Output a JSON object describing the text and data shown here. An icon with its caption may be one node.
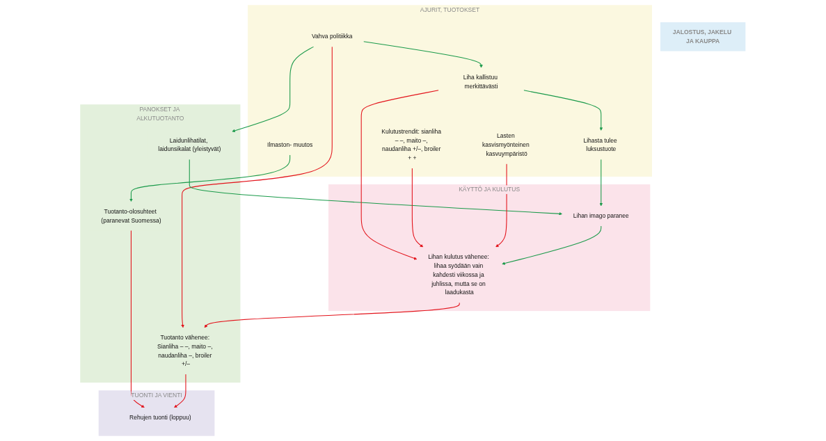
{
  "diagram": {
    "nodes": [
      {
        "text": [
          "AJURIT, TUOTOKSET"
        ]
      },
      {
        "text": [
          "Vahva politiikka"
        ],
        "in": 0
      },
      {
        "text": [
          "Ilmaston- muutos"
        ],
        "in": 0
      },
      {
        "text": [
          "Lihasta tulee luksustuote"
        ],
        "in": 0
      },
      {
        "text": [
          "Liha kallistuu merkittävästi"
        ],
        "in": 0
      },
      {
        "text": [
          "Kulutustrendit: sianliha – –, maito –, naudanliha +/–, broiler + +"
        ],
        "in": 0
      },
      {
        "text": [
          "Lasten kasvismyönteinen kasvuympäristö"
        ],
        "in": 0
      },
      {
        "text": [
          "PANOKSET JA ALKUTUOTANTO"
        ]
      },
      {
        "text": [
          "Tuotanto-olosuhteet (paranevat Suomessa)"
        ],
        "in": 7
      },
      {
        "text": [
          "Laidunlihatilat, laidunsikalat (yleistyvät)"
        ],
        "in": 7
      },
      {
        "text": [
          "Tuotanto vähenee: Sianliha – –, maito –, naudanliha –, broiler +/–"
        ],
        "in": 7
      },
      {
        "text": [
          "JALOSTUS, JAKELU JA KAUPPA"
        ]
      },
      {
        "text": [
          "KÄYTTÖ JA KULUTUS"
        ]
      },
      {
        "text": [
          "Lihan imago paranee"
        ],
        "in": 12
      },
      {
        "text": [
          "Lihan kulutus vähenee: lihaa syödään vain kahdesti viikossa ja juhlissa, mutta se on laadukasta"
        ],
        "in": 12
      },
      {
        "text": [
          "TUONTI JA VIENTI"
        ]
      },
      {
        "text": [
          "Rehujen tuonti (loppuu)"
        ],
        "in": 15
      }
    ],
    "edges": [
      {
        "from": 1,
        "to": 4,
        "arrow": "to",
        "color": "#1a9a4a"
      },
      {
        "from": 4,
        "to": 3,
        "arrow": "to",
        "color": "#1a9a4a"
      },
      {
        "from": 1,
        "to": 9,
        "arrow": "to",
        "color": "#1a9a4a"
      },
      {
        "from": 1,
        "to": 10,
        "arrow": "to",
        "color": "#e3131b"
      },
      {
        "from": 2,
        "to": 8,
        "arrow": "to",
        "color": "#1a9a4a"
      },
      {
        "from": 3,
        "to": 13,
        "arrow": "to",
        "color": "#1a9a4a"
      },
      {
        "from": 9,
        "to": 13,
        "arrow": "to",
        "color": "#1a9a4a"
      },
      {
        "from": 4,
        "to": 14,
        "arrow": "to",
        "color": "#e3131b"
      },
      {
        "from": 5,
        "to": 14,
        "arrow": "to",
        "color": "#e3131b"
      },
      {
        "from": 6,
        "to": 14,
        "arrow": "to",
        "color": "#e3131b"
      },
      {
        "from": 13,
        "to": 14,
        "arrow": "to",
        "color": "#1a9a4a"
      },
      {
        "from": 14,
        "to": 10,
        "arrow": "to",
        "color": "#e3131b"
      },
      {
        "from": 8,
        "to": 16,
        "arrow": "to",
        "color": "#e3131b"
      },
      {
        "from": 10,
        "to": 16,
        "arrow": "to",
        "color": "#e3131b"
      }
    ]
  }
}
